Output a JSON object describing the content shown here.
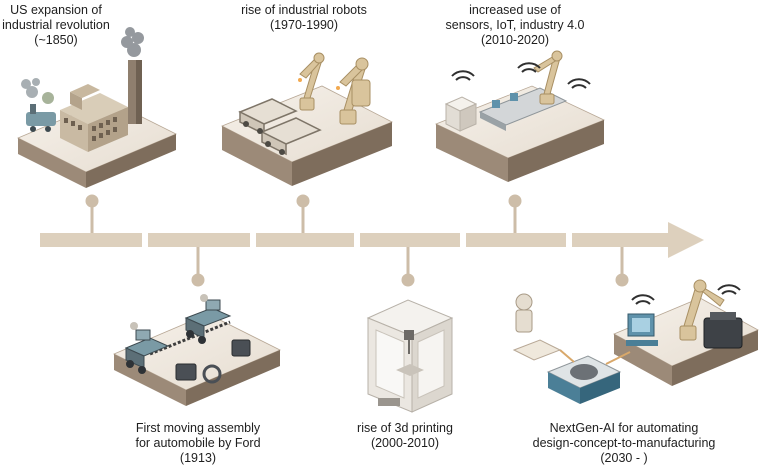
{
  "events": [
    {
      "id": "us-expansion",
      "lines": [
        "US expansion of",
        "industrial revolution",
        "(~1850)"
      ]
    },
    {
      "id": "industrial-robots",
      "lines": [
        "rise of industrial robots",
        "(1970-1990)"
      ]
    },
    {
      "id": "iot",
      "lines": [
        "increased use of",
        "sensors, IoT, industry 4.0",
        "(2010-2020)"
      ]
    },
    {
      "id": "ford",
      "lines": [
        "First moving assembly",
        "for automobile by Ford",
        "(1913)"
      ]
    },
    {
      "id": "3d-printing",
      "lines": [
        "rise of 3d printing",
        "(2000-2010)"
      ]
    },
    {
      "id": "nextgen-ai",
      "lines": [
        "NextGen-AI for automating",
        "design-concept-to-manufacturing",
        "(2030 - )"
      ]
    }
  ],
  "colors": {
    "timeline": "#ddd0bd",
    "platform_top": "#f1ebe2",
    "platform_side": "#9c8a78",
    "platform_side_dark": "#7e6d5c",
    "robot": "#d9c49c",
    "blue": "#5f92ab"
  }
}
